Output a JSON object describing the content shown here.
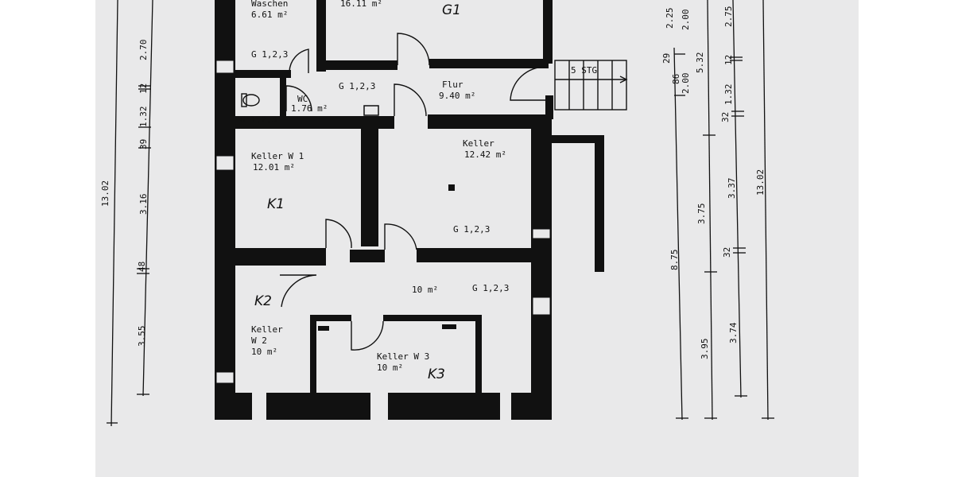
{
  "rooms": {
    "waschen_name": "Waschen",
    "waschen_area": "6.61 m²",
    "top_area": "16.11 m²",
    "top_mark": "G1",
    "flur_name": "Flur",
    "flur_area": "9.40 m²",
    "wc_name": "WC",
    "wc_area": "1.76 m²",
    "keller1_name": "Keller W 1",
    "keller1_area": "12.01 m²",
    "keller1_mark": "K1",
    "keller_mid_name": "Keller",
    "keller_mid_area": "12.42 m²",
    "corridor_area": "10 m²",
    "keller2_name_a": "Keller",
    "keller2_name_b": "W 2",
    "keller2_area": "10 m²",
    "keller2_mark": "K2",
    "keller3_name": "Keller W 3",
    "keller3_area": "10 m²",
    "keller3_mark": "K3",
    "g_label": "G 1,2,3",
    "stair": "5 STG"
  },
  "dims_left": {
    "outer": "13.02",
    "d1": "2.70",
    "d2": "12",
    "d3": "1.32",
    "d4": "39",
    "d5": "3.16",
    "d6": "48",
    "d7": "3.55"
  },
  "dims_right": {
    "a_875": "8.75",
    "a_86": "86",
    "a_29": "29",
    "a_225": "2.25",
    "a_200a": "2.00",
    "a_200b": "2.00",
    "b_395": "3.95",
    "b_375": "3.75",
    "b_532": "5.32",
    "c_374": "3.74",
    "c_32a": "32",
    "c_337": "3.37",
    "c_32b": "32",
    "c_132": "1.32",
    "c_12": "12",
    "c_275": "2.75",
    "d_1302": "13.02"
  }
}
